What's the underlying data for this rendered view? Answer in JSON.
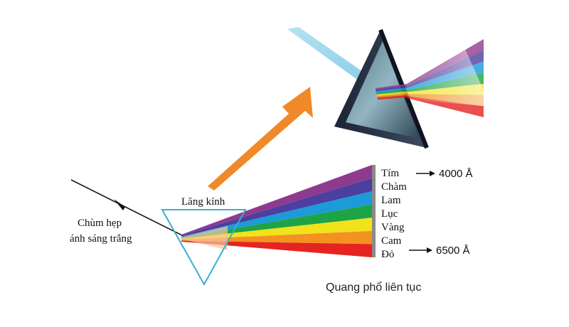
{
  "diagram": {
    "incident_label_line1": "Chùm hẹp",
    "incident_label_line2": "ánh sáng trắng",
    "prism_label": "Lăng kính",
    "caption": "Quang phổ liên tục",
    "spectrum": [
      {
        "name": "Tím",
        "color": "#8e3b8f"
      },
      {
        "name": "Chàm",
        "color": "#4b3fa0"
      },
      {
        "name": "Lam",
        "color": "#1b9bd8"
      },
      {
        "name": "Lục",
        "color": "#1fa347"
      },
      {
        "name": "Vàng",
        "color": "#f2e21b"
      },
      {
        "name": "Cam",
        "color": "#f39121"
      },
      {
        "name": "Đỏ",
        "color": "#e52421"
      }
    ],
    "wavelength_violet": "4000 Å",
    "wavelength_red": "6500 Å",
    "arrow_color": "#f0892a",
    "prism_outline_color": "#3aaed0"
  }
}
